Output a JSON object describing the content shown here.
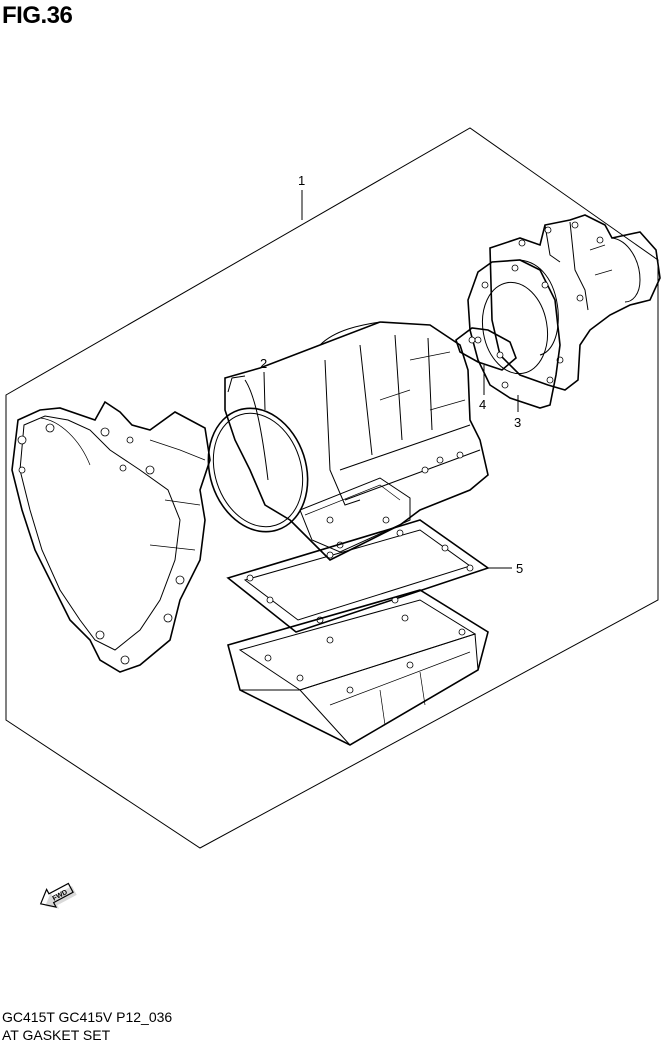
{
  "figure": {
    "title": "FIG.36"
  },
  "callouts": [
    {
      "id": "1",
      "label": "1"
    },
    {
      "id": "2",
      "label": "2"
    },
    {
      "id": "3",
      "label": "3"
    },
    {
      "id": "4",
      "label": "4"
    },
    {
      "id": "5",
      "label": "5"
    }
  ],
  "direction_badge": {
    "text": "FWD",
    "icon": "fwd-arrow-icon"
  },
  "footer": {
    "model_code": "GC415T GC415V P12_036",
    "caption": "AT GASKET SET"
  }
}
